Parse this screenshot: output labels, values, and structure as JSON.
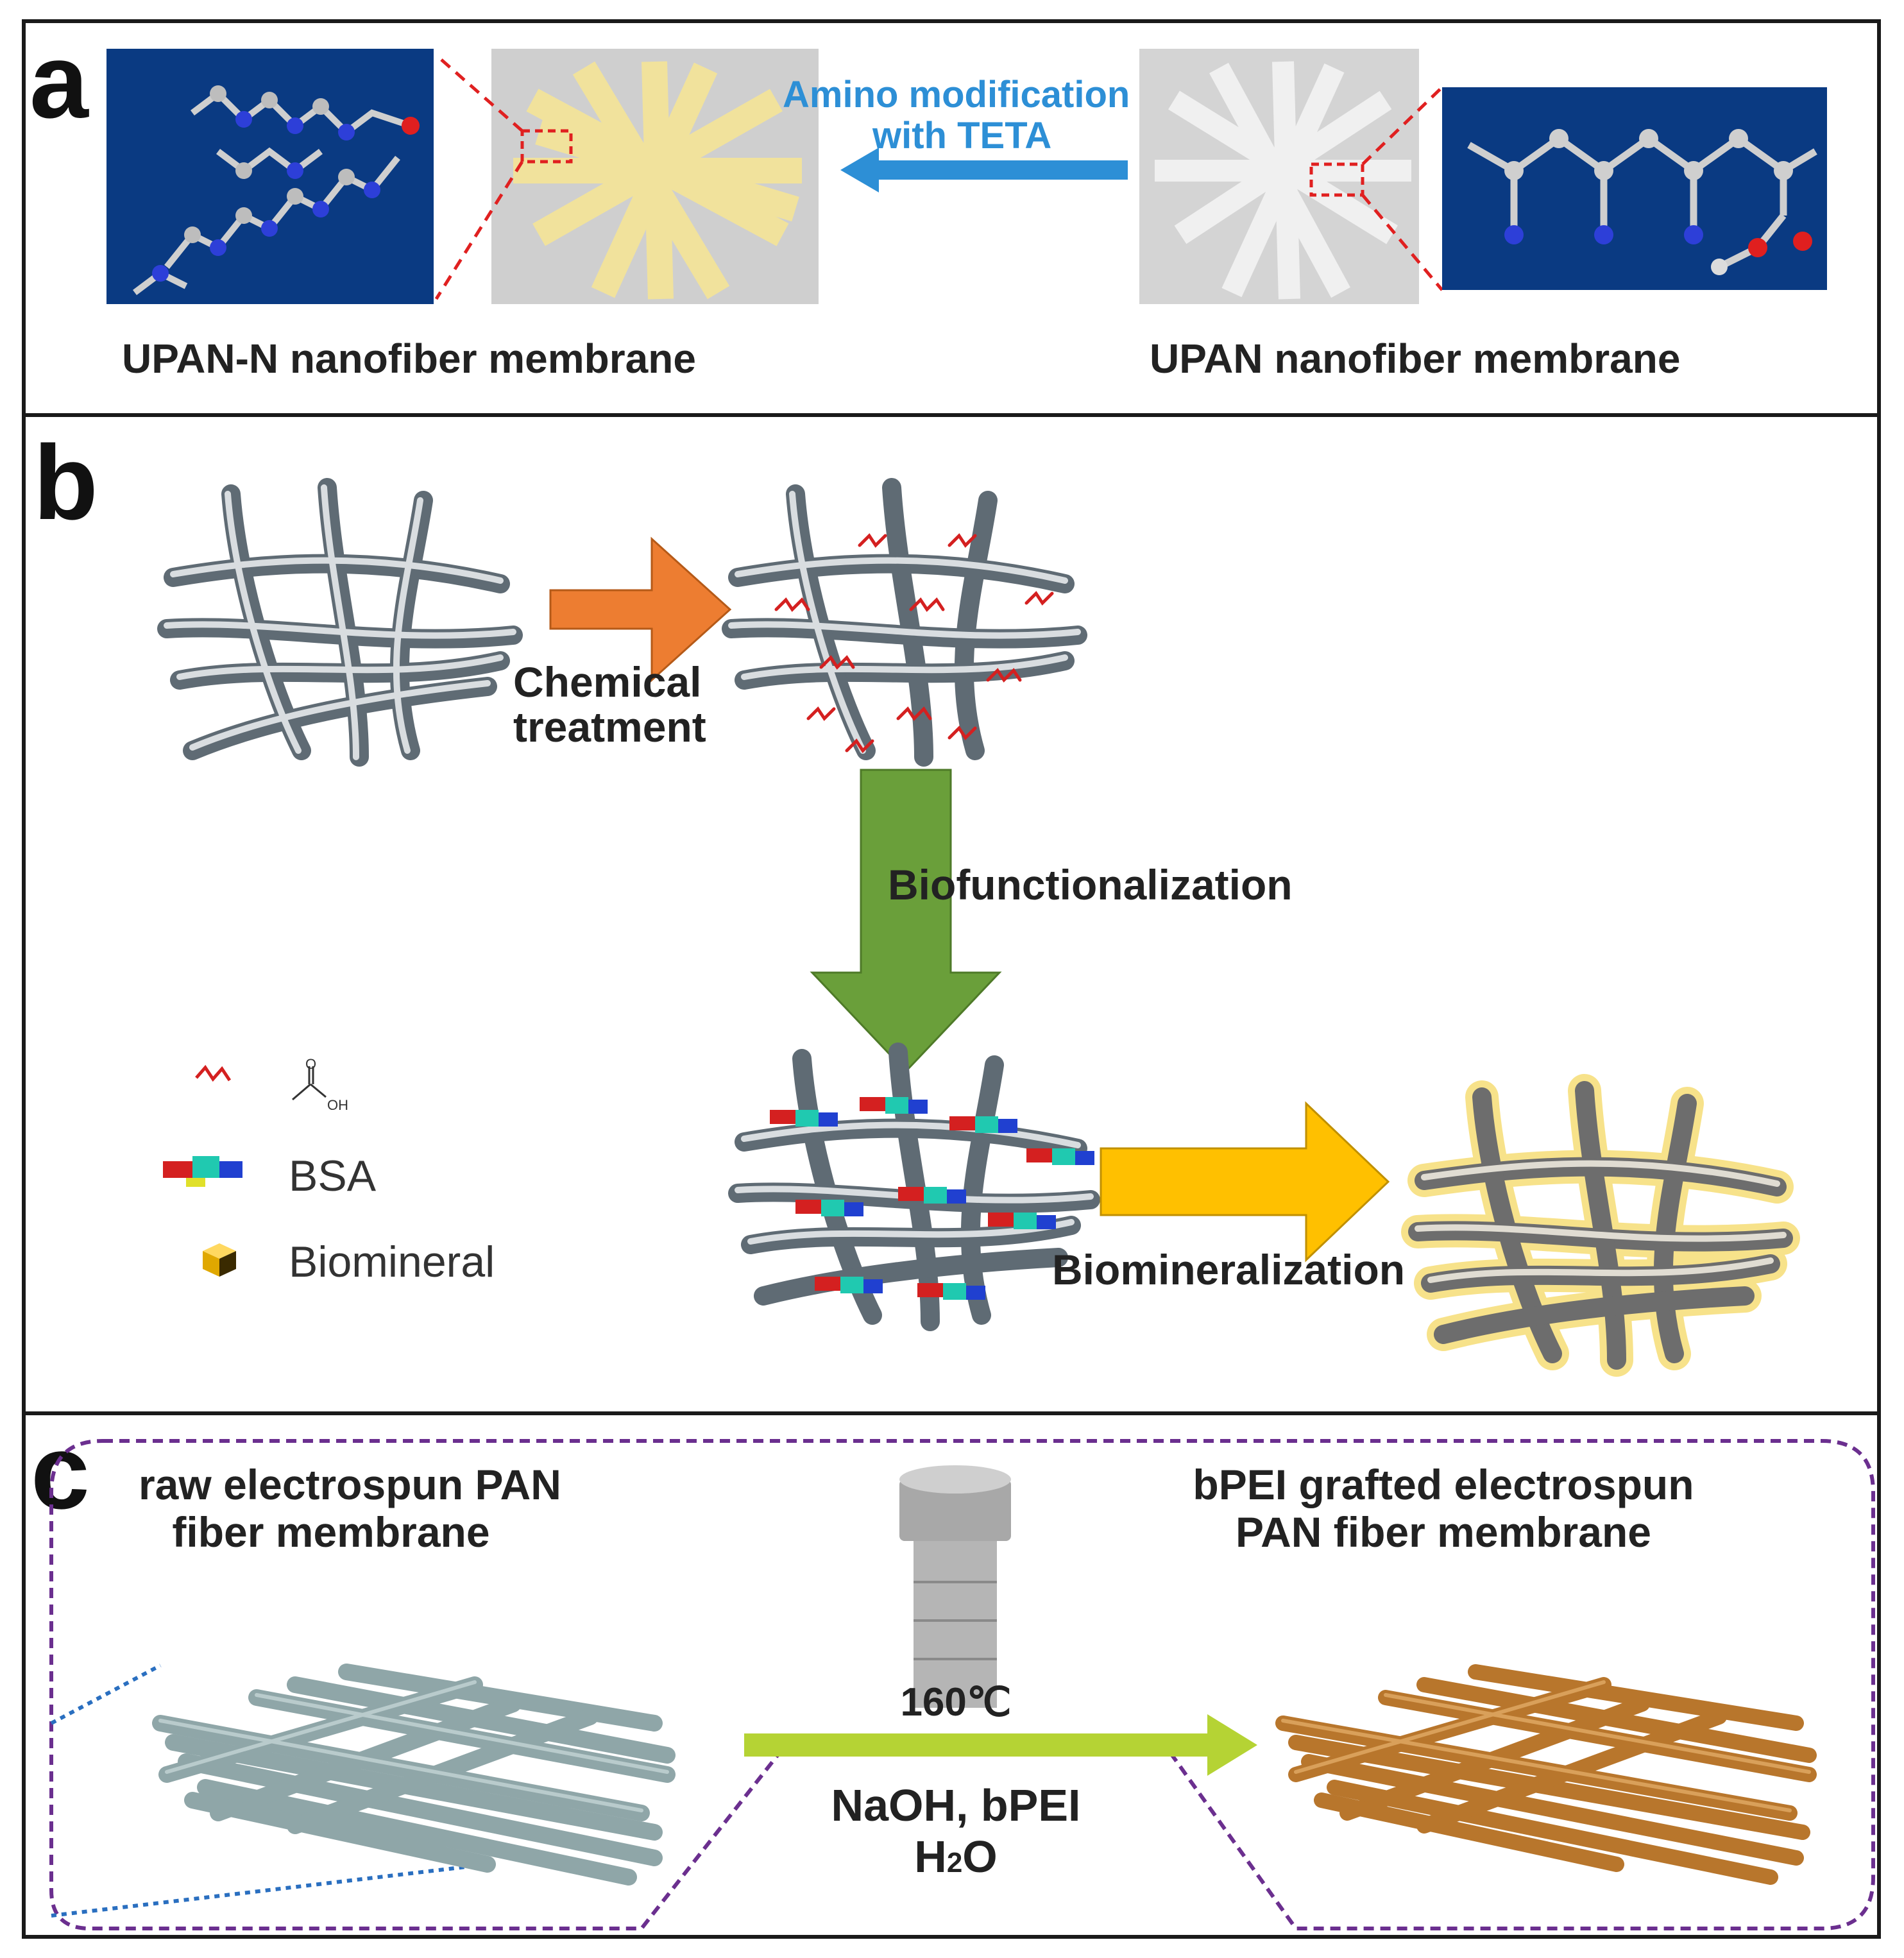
{
  "panel_a": {
    "letter": "a",
    "arrow_label_line1": "Amino modification",
    "arrow_label_line2": "with TETA",
    "left_caption": "UPAN-N nanofiber membrane",
    "right_caption": "UPAN nanofiber membrane"
  },
  "panel_b": {
    "letter": "b",
    "step1_line1": "Chemical",
    "step1_line2": "treatment",
    "step2": "Biofunctionalization",
    "step3": "Biomineralization",
    "legend": {
      "acid_label": "OH",
      "acid_o": "O",
      "bsa_label": "BSA",
      "biomineral_label": "Biomineral"
    }
  },
  "panel_c": {
    "letter": "c",
    "left_title_line1": "raw electrospun PAN",
    "left_title_line2": "fiber membrane",
    "right_title_line1": "bPEI grafted electrospun",
    "right_title_line2": "PAN fiber membrane",
    "temperature": "160℃",
    "reagents_line1": "NaOH, bPEI",
    "reagents_line2_main": "H",
    "reagents_line2_sub": "2",
    "reagents_line2_end": "O"
  },
  "colors": {
    "molecule_bg": "#0a3a82",
    "upan_n_fibers": "#f3e49a",
    "upan_fibers": "#f2f2f2",
    "blue_arrow": "#2d8fd6",
    "orange_arrow": "#ed7d31",
    "green_arrow": "#6a9f3a",
    "yellow_arrow": "#ffc000",
    "lime_arrow": "#b5d334",
    "raw_pan_fibers": "#8fa6a8",
    "grafted_fibers": "#b8762c",
    "dashed_border": "#6b2f8f"
  }
}
